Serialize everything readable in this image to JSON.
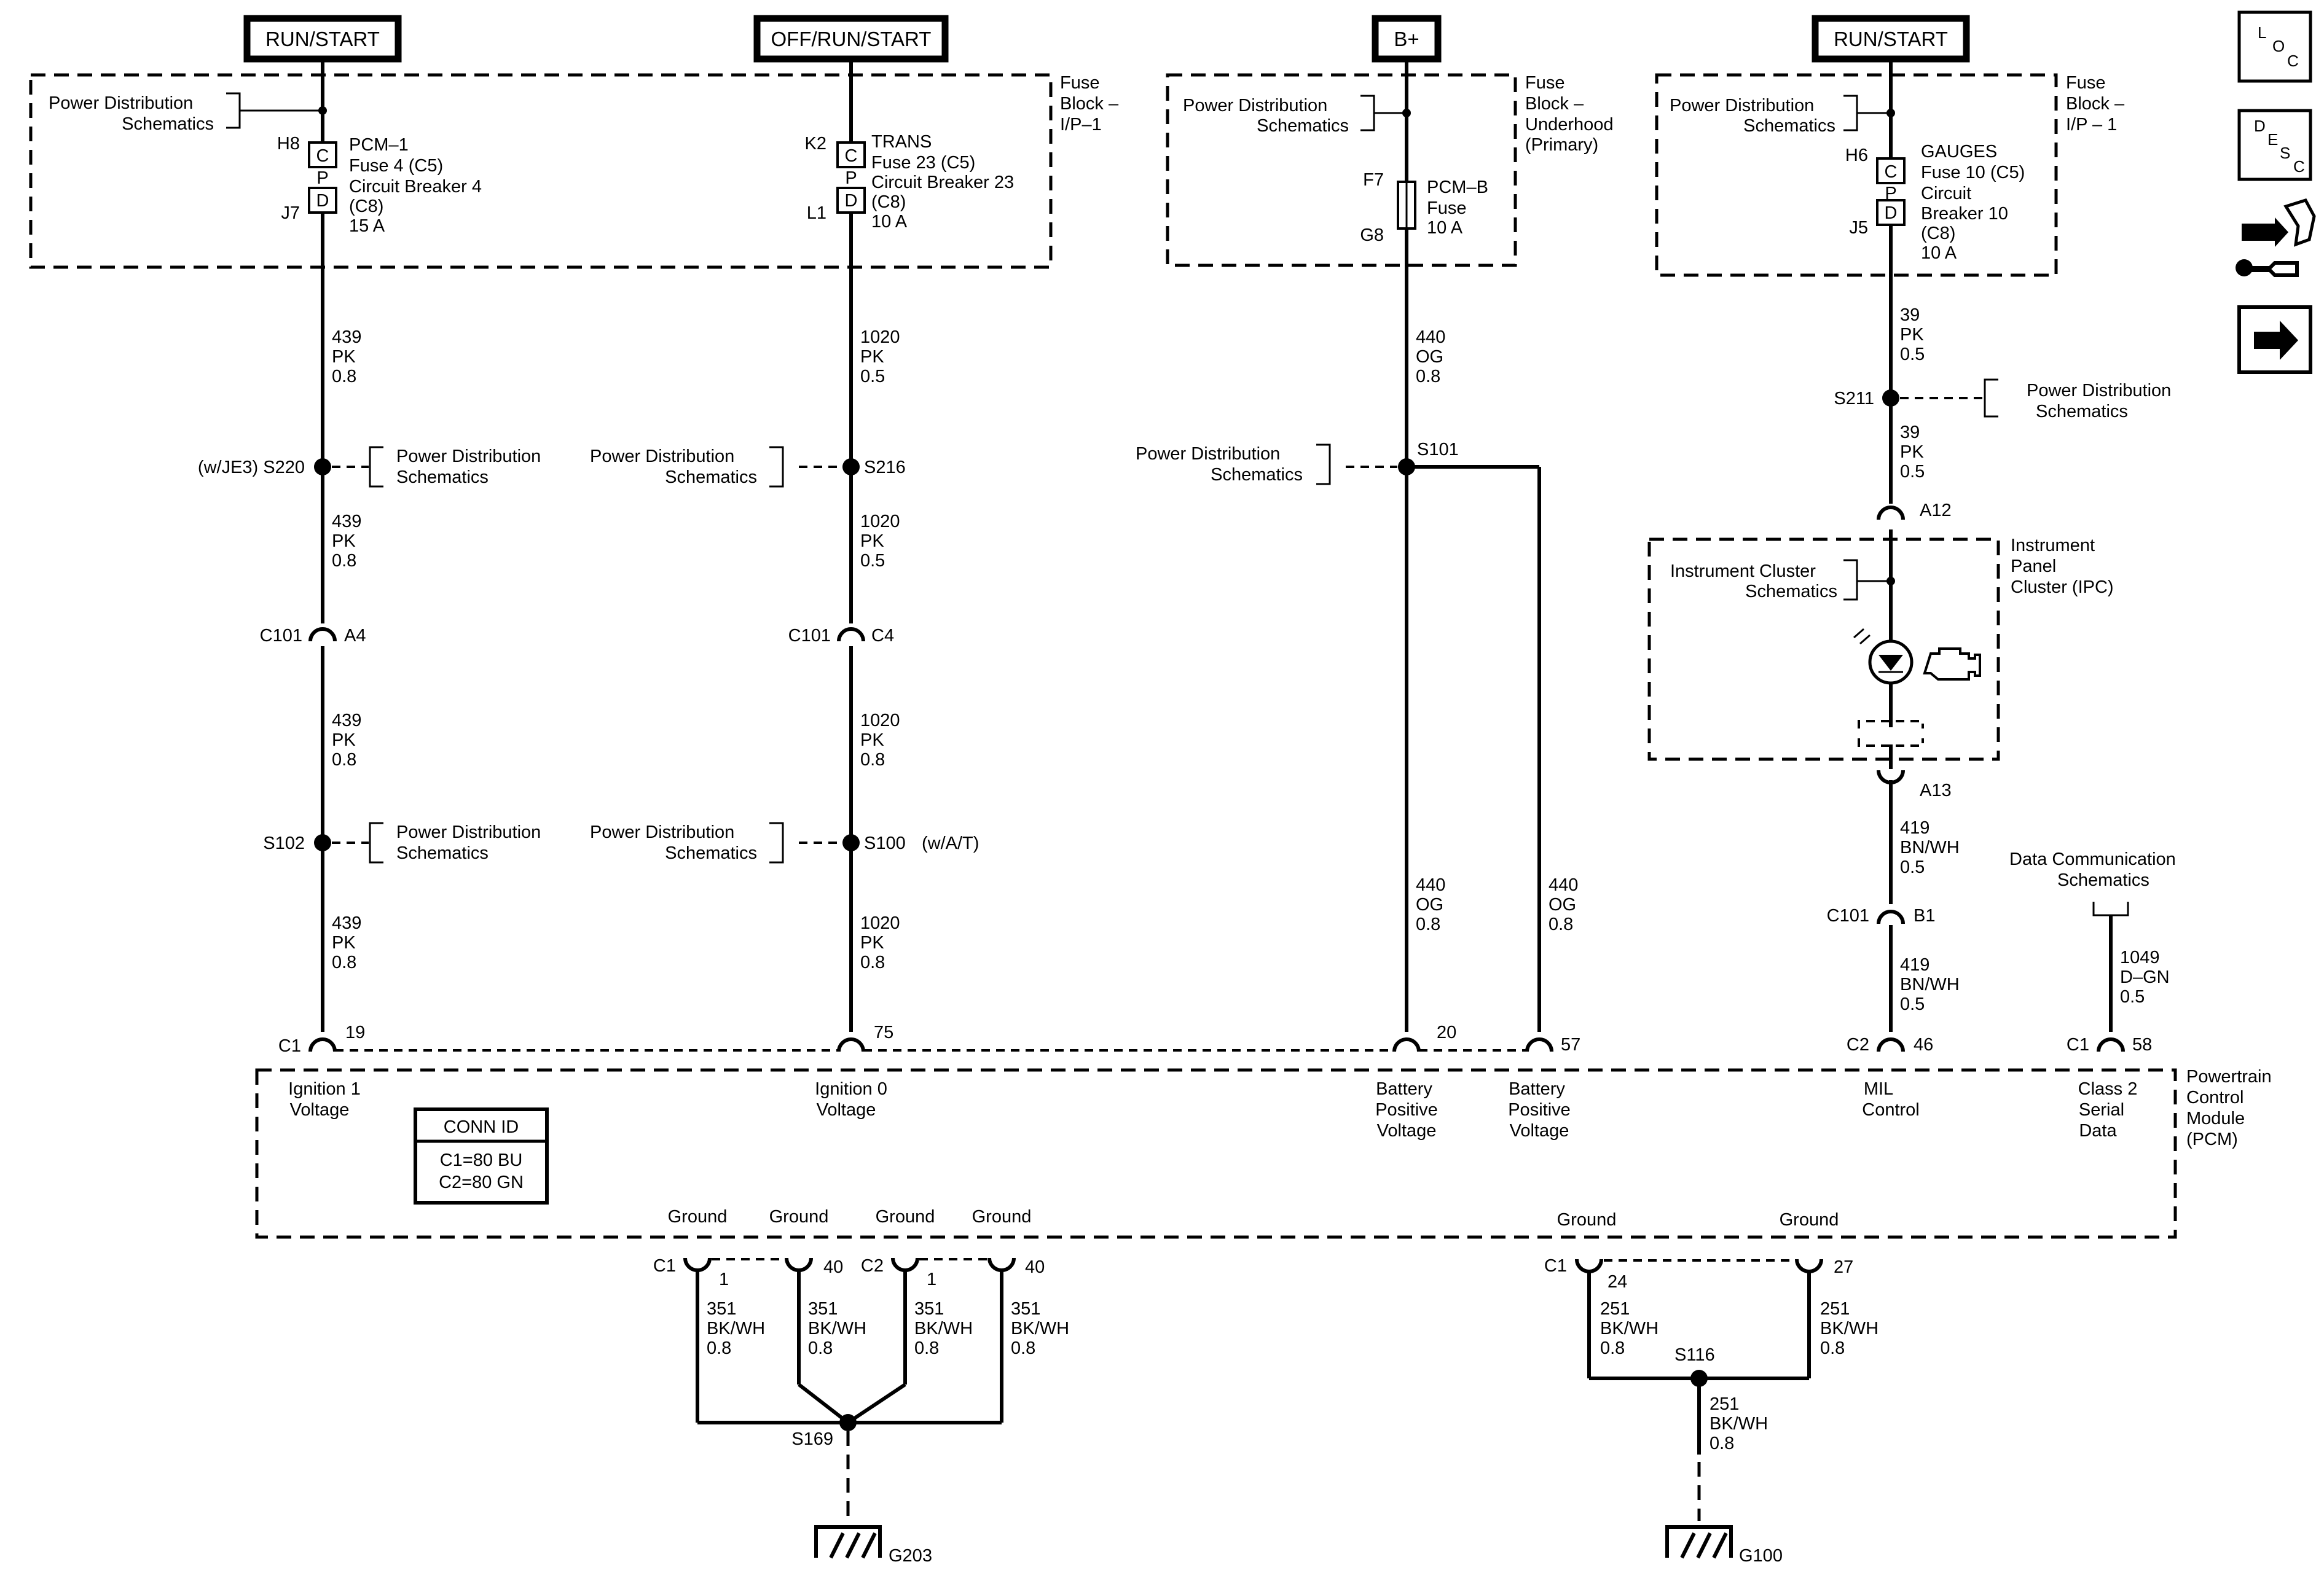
{
  "power_sources": [
    {
      "label": "RUN/START"
    },
    {
      "label": "OFF/RUN/START"
    },
    {
      "label": "B+"
    },
    {
      "label": "RUN/START"
    }
  ],
  "fuse_block_ip": {
    "title_1": "Fuse",
    "title_2": "Block –",
    "title_3": "I/P–1"
  },
  "fuse_block_underhood": {
    "title_1": "Fuse",
    "title_2": "Block –",
    "title_3": "Underhood",
    "title_4": "(Primary)"
  },
  "fuse_block_ip2": {
    "title_1": "Fuse",
    "title_2": "Block –",
    "title_3": "I/P – 1"
  },
  "power_dist": {
    "line1": "Power Distribution",
    "line2": "Schematics"
  },
  "fuses": {
    "pcm1": {
      "in": "H8",
      "out": "J7",
      "name": "PCM–1",
      "l2": "Fuse 4 (C5)",
      "l3": "Circuit Breaker 4",
      "l4": "(C8)",
      "l5": "15 A"
    },
    "trans": {
      "in": "K2",
      "out": "L1",
      "name": "TRANS",
      "l2": "Fuse 23 (C5)",
      "l3": "Circuit Breaker 23",
      "l4": "(C8)",
      "l5": "10 A"
    },
    "pcmb": {
      "in": "F7",
      "out": "G8",
      "name": "PCM–B",
      "l2": "Fuse",
      "l3": "10 A"
    },
    "gauges": {
      "in": "H6",
      "out": "J5",
      "name": "GAUGES",
      "l2": "Fuse 10 (C5)",
      "l3": "Circuit",
      "l4": "Breaker 10",
      "l5": "(C8)",
      "l6": "10 A"
    }
  },
  "cpd": {
    "c": "C",
    "p": "P",
    "d": "D"
  },
  "wires": {
    "w439": {
      "num": "439",
      "color": "PK",
      "size": "0.8"
    },
    "w1020a": {
      "num": "1020",
      "color": "PK",
      "size": "0.5"
    },
    "w1020b": {
      "num": "1020",
      "color": "PK",
      "size": "0.8"
    },
    "w440": {
      "num": "440",
      "color": "OG",
      "size": "0.8"
    },
    "w39": {
      "num": "39",
      "color": "PK",
      "size": "0.5"
    },
    "w419": {
      "num": "419",
      "color": "BN/WH",
      "size": "0.5"
    },
    "w1049": {
      "num": "1049",
      "color": "D–GN",
      "size": "0.5"
    },
    "w351": {
      "num": "351",
      "color": "BK/WH",
      "size": "0.8"
    },
    "w251": {
      "num": "251",
      "color": "BK/WH",
      "size": "0.8"
    }
  },
  "splices": {
    "s220": "(w/JE3) S220",
    "s216": "S216",
    "s102": "S102",
    "s100": "S100",
    "s100_note": "(w/A/T)",
    "s101": "S101",
    "s211": "S211",
    "s169": "S169",
    "s116": "S116"
  },
  "connectors": {
    "c101": "C101",
    "a4": "A4",
    "c4": "C4",
    "b1": "B1",
    "a12": "A12",
    "a13": "A13",
    "c1": "C1",
    "c2": "C2"
  },
  "pins": {
    "p19": "19",
    "p75": "75",
    "p20": "20",
    "p57": "57",
    "p46": "46",
    "p58": "58",
    "p1": "1",
    "p40": "40",
    "p24": "24",
    "p27": "27"
  },
  "ipc": {
    "title_1": "Instrument",
    "title_2": "Panel",
    "title_3": "Cluster (IPC)",
    "schem_1": "Instrument Cluster",
    "schem_2": "Schematics"
  },
  "data_comm": {
    "line1": "Data Communication",
    "line2": "Schematics"
  },
  "pcm": {
    "title_1": "Powertrain",
    "title_2": "Control",
    "title_3": "Module",
    "title_4": "(PCM)",
    "ign1_1": "Ignition 1",
    "ign1_2": "Voltage",
    "ign0_1": "Ignition 0",
    "ign0_2": "Voltage",
    "bat_1": "Battery",
    "bat_2": "Positive",
    "bat_3": "Voltage",
    "mil_1": "MIL",
    "mil_2": "Control",
    "cls_1": "Class 2",
    "cls_2": "Serial",
    "cls_3": "Data"
  },
  "conn_id": {
    "title": "CONN ID",
    "l1": "C1=80 BU",
    "l2": "C2=80 GN"
  },
  "ground_label": "Ground",
  "grounds": {
    "g203": "G203",
    "g100": "G100"
  },
  "nav": {
    "loc": [
      "L",
      "O",
      "C"
    ],
    "desc": [
      "D",
      "E",
      "S",
      "C"
    ]
  }
}
